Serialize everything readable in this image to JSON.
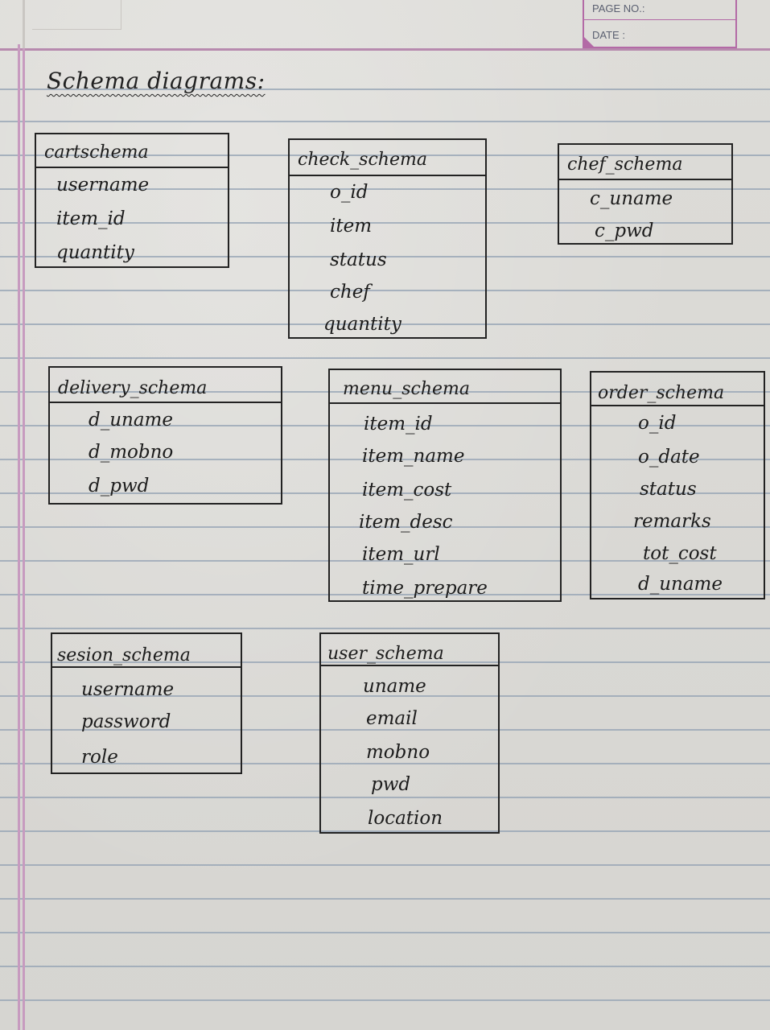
{
  "header": {
    "page_no_label": "PAGE NO.:",
    "date_label": "DATE :"
  },
  "title": "Schema diagrams:",
  "tables": [
    {
      "name": "cartschema",
      "fields": [
        "username",
        "item_id",
        "quantity"
      ]
    },
    {
      "name": "check_schema",
      "fields": [
        "o_id",
        "item",
        "status",
        "chef",
        "quantity"
      ]
    },
    {
      "name": "chef_schema",
      "fields": [
        "c_uname",
        "c_pwd"
      ]
    },
    {
      "name": "delivery_schema",
      "fields": [
        "d_uname",
        "d_mobno",
        "d_pwd"
      ]
    },
    {
      "name": "menu_schema",
      "fields": [
        "item_id",
        "item_name",
        "item_cost",
        "item_desc",
        "item_url",
        "time_prepare"
      ]
    },
    {
      "name": "order_schema",
      "fields": [
        "o_id",
        "o_date",
        "status",
        "remarks",
        "tot_cost",
        "d_uname"
      ]
    },
    {
      "name": "sesion_schema",
      "fields": [
        "username",
        "password",
        "role"
      ]
    },
    {
      "name": "user_schema",
      "fields": [
        "uname",
        "email",
        "mobno",
        "pwd",
        "location"
      ]
    }
  ]
}
